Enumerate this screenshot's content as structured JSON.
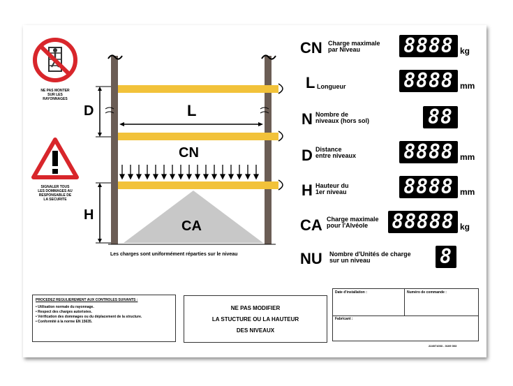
{
  "signs": {
    "climb_warning": "NE PAS MONTER SUR LES RAYONNAGES",
    "report_warning": "SIGNALER TOUS LES DOMMAGES AU RESPONSABLE DE LA SECURITE"
  },
  "diagram": {
    "label_D": "D",
    "label_L": "L",
    "label_CN": "CN",
    "label_H": "H",
    "label_CA": "CA",
    "caption": "Les charges sont uniformément réparties sur le niveau"
  },
  "specs": [
    {
      "code": "CN",
      "label": "Charge maximale par Niveau",
      "display": "8888",
      "unit": "kg"
    },
    {
      "code": "L",
      "label": "Longueur",
      "display": "8888",
      "unit": "mm"
    },
    {
      "code": "N",
      "label": "Nombre de niveaux (hors sol)",
      "display": "88",
      "unit": ""
    },
    {
      "code": "D",
      "label": "Distance entre niveaux",
      "display": "8888",
      "unit": "mm"
    },
    {
      "code": "H",
      "label": "Hauteur du 1er niveau",
      "display": "8888",
      "unit": "mm"
    },
    {
      "code": "CA",
      "label": "Charge maximale pour l'Alvéole",
      "display": "88888",
      "unit": "kg"
    },
    {
      "code": "NU",
      "label": "Nombre d'Unités de charge sur un niveau",
      "display": "8",
      "unit": ""
    }
  ],
  "controls": {
    "title": "PROCEDEZ REGULIEREMENT AUX CONTROLES SUIVANTS :",
    "items": [
      "• Utilisation normale du rayonnage.",
      "• Respect des charges autorisées.",
      "• Vérification des dommages ou du déplacement de la structure.",
      "• Conformité à la norme EN 15635."
    ]
  },
  "notice": {
    "line1": "NE PAS MODIFIER",
    "line2": "LA STUCTURE OU LA HAUTEUR",
    "line3": "DES NIVEAUX"
  },
  "install": {
    "date_label": "Date d'installation :",
    "order_label": "Numéro de commande :",
    "maker_label": "Fabricant :",
    "reference": "224971003 - 0109 003"
  }
}
